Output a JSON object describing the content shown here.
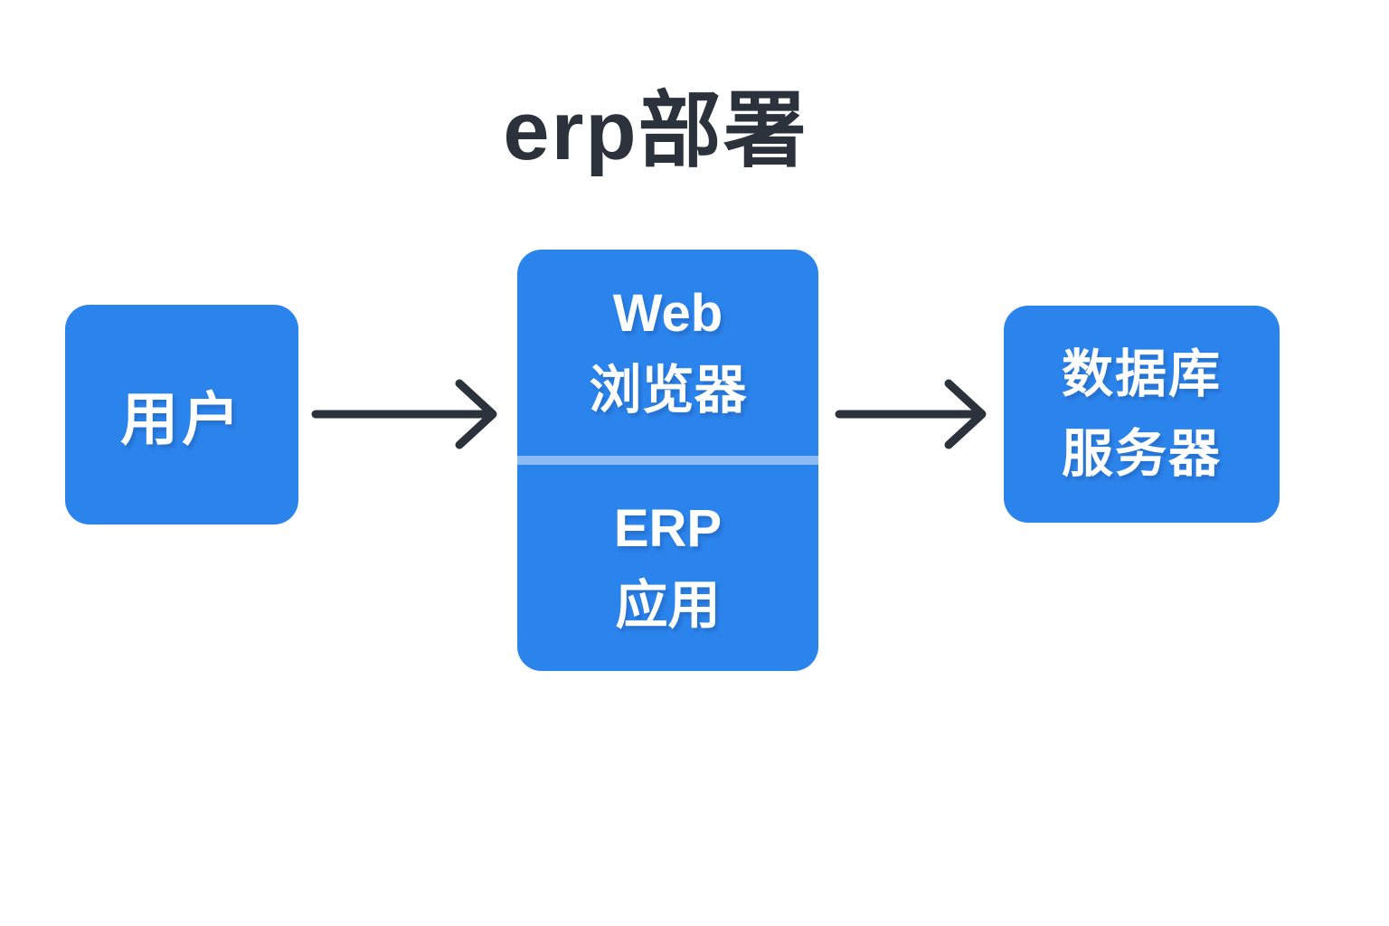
{
  "title": "erp部署",
  "colors": {
    "background": "#ffffff",
    "node_fill": "#2b83ec",
    "node_text": "#ffffff",
    "divider": "#8cbaf4",
    "ink": "#2b323b"
  },
  "nodes": {
    "user": {
      "label": "用户"
    },
    "browser": {
      "line1": "Web",
      "line2": "浏览器"
    },
    "erp_app": {
      "line1": "ERP",
      "line2": "应用"
    },
    "database": {
      "line1": "数据库",
      "line2": "服务器"
    }
  },
  "edges": [
    {
      "from": "user",
      "to": "browser"
    },
    {
      "from": "browser",
      "to": "database"
    }
  ]
}
